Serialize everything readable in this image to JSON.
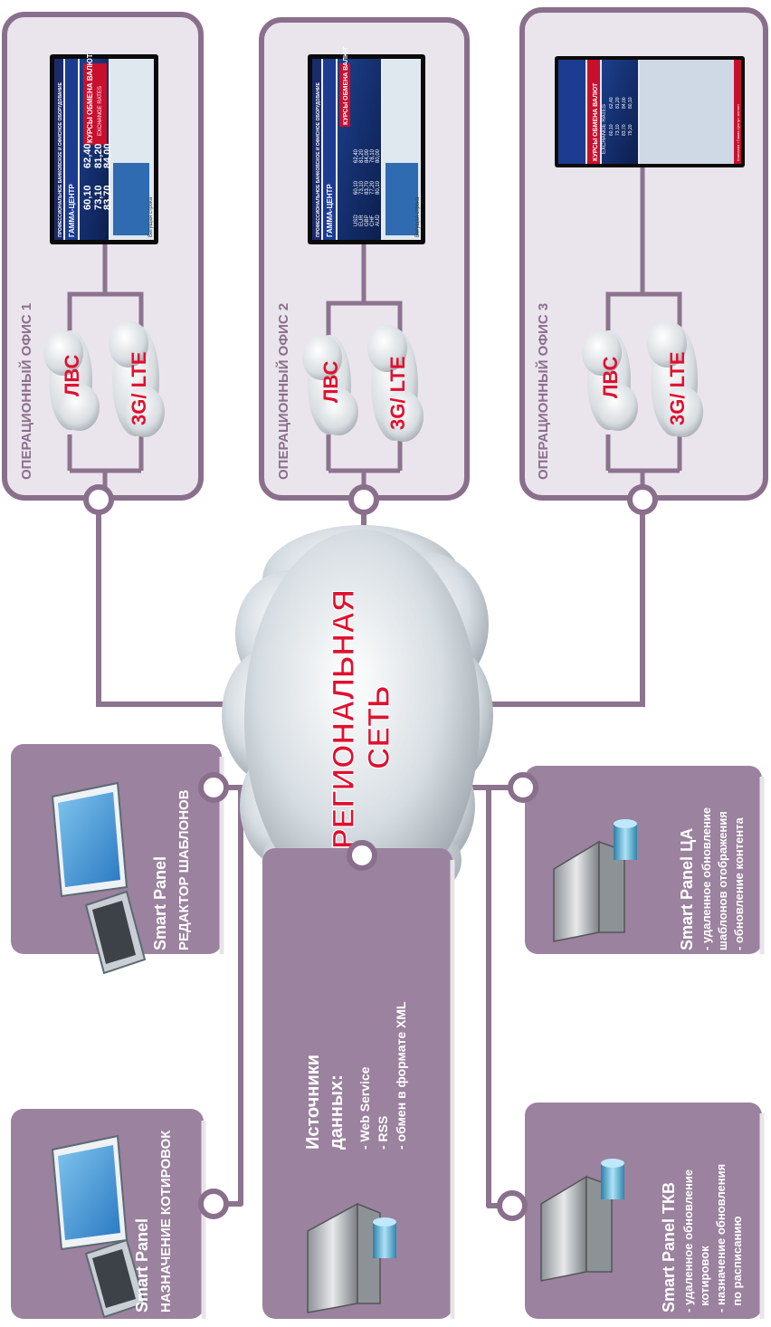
{
  "offices": [
    {
      "title": "ОПЕРАЦИОННЫЙ ОФИС 1",
      "lan": "ЛВС",
      "mobile": "3G/ LTE"
    },
    {
      "title": "ОПЕРАЦИОННЫЙ ОФИС 2",
      "lan": "ЛВС",
      "mobile": "3G/ LTE"
    },
    {
      "title": "ОПЕРАЦИОННЫЙ ОФИС 3",
      "lan": "ЛВС",
      "mobile": "3G/ LTE"
    }
  ],
  "screens": {
    "header": "ПРОФЕССИОНАЛЬНОЕ БАНКОВСКОЕ И ОФИСНОЕ ОБОРУДОВАНИЕ",
    "brand": "ГАММА-ЦЕНТР",
    "title": "КУРСЫ ОБМЕНА ВАЛЮТ",
    "subtitle": "EXCHANGE RATES",
    "buy": "ПОКУПКА",
    "sell": "ПРОДАЖА",
    "ticker": "Бегущая строка",
    "footer3": "Компания «Гамма-Центр» желает",
    "rows_large": [
      {
        "cur": "",
        "buy": "60,10",
        "sell": "62,40"
      },
      {
        "cur": "",
        "buy": "73,10",
        "sell": "81,20"
      },
      {
        "cur": "",
        "buy": "83,70",
        "sell": "84,00"
      }
    ],
    "rows_small": [
      {
        "cur": "USD",
        "buy": "60,10",
        "sell": "62,40"
      },
      {
        "cur": "EUR",
        "buy": "73,10",
        "sell": "81,20"
      },
      {
        "cur": "GBP",
        "buy": "83,70",
        "sell": "84,00"
      },
      {
        "cur": "CHF",
        "buy": "77,20",
        "sell": "78,10"
      },
      {
        "cur": "AUD",
        "buy": "80,10",
        "sell": "80,00"
      },
      {
        "cur": "CAD",
        "buy": "79,20",
        "sell": "80,10"
      }
    ]
  },
  "network": {
    "line1": "РЕГИОНАЛЬНАЯ",
    "line2": "СЕТЬ"
  },
  "nodes": {
    "quotes": {
      "title": "Smart Panel",
      "subtitle": "НАЗНАЧЕНИЕ КОТИРОВОК"
    },
    "templates": {
      "title": "Smart Panel",
      "subtitle": "РЕДАКТОР  ШАБЛОНОВ"
    },
    "sources": {
      "title1": "Источники",
      "title2": "данных:",
      "items": [
        "- Web Service",
        "- RSS",
        "- обмен в формате XML"
      ]
    },
    "tkv": {
      "title": "Smart Panel ТКВ",
      "items": [
        "- удаленное обновление",
        "  котировок",
        "- назначение обновления",
        "  по расписанию"
      ]
    },
    "ca": {
      "title": "Smart Panel ЦА",
      "items": [
        "- удаленное обновление",
        "  шаблонов отображения",
        "- обновление контента"
      ]
    }
  },
  "colors": {
    "purple": "#9b829e",
    "outline": "#8a6f8c",
    "red": "#e0102f",
    "box_fill": "#ffffff",
    "office_fill": "#eae5ec",
    "line": "#8c738e"
  }
}
